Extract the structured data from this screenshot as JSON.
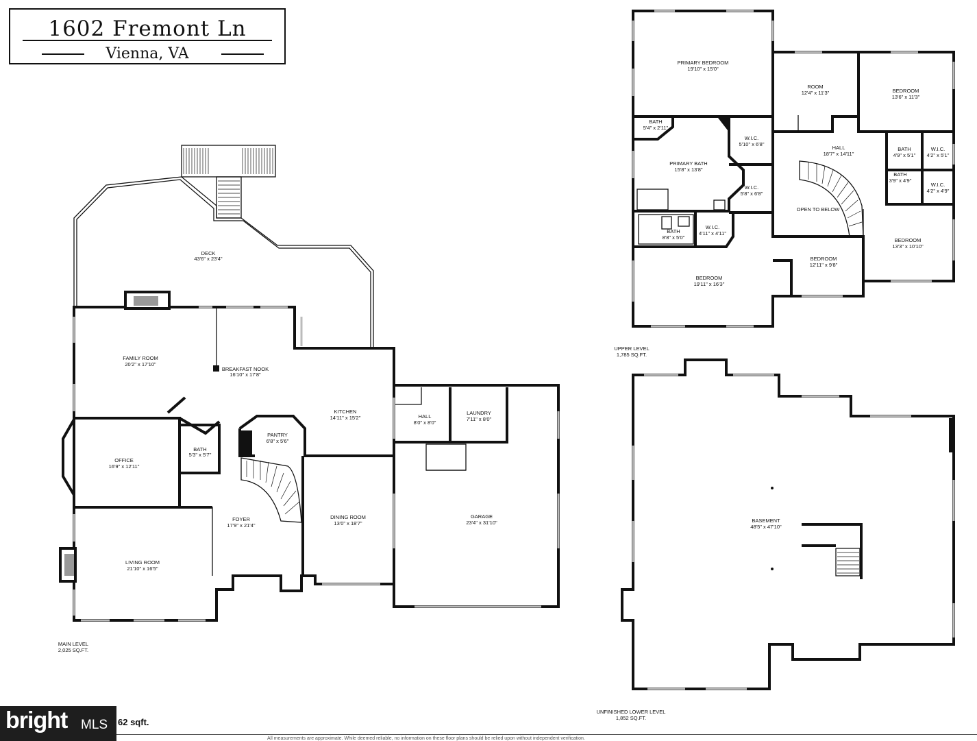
{
  "header": {
    "address": "1602 Fremont Ln",
    "city": "Vienna, VA"
  },
  "levels": {
    "main": {
      "name": "MAIN LEVEL",
      "area": "2,025 SQ.FT."
    },
    "upper": {
      "name": "UPPER LEVEL",
      "area": "1,785 SQ.FT."
    },
    "lower": {
      "name": "UNFINISHED LOWER LEVEL",
      "area": "1,852 SQ.FT."
    }
  },
  "main_rooms": {
    "deck": {
      "name": "DECK",
      "dim": "43'6\" x 23'4\""
    },
    "family_room": {
      "name": "FAMILY ROOM",
      "dim": "20'2\" x 17'10\""
    },
    "breakfast_nook": {
      "name": "BREAKFAST NOOK",
      "dim": "16'10\" x 17'8\""
    },
    "kitchen": {
      "name": "KITCHEN",
      "dim": "14'11\" x 15'2\""
    },
    "hall": {
      "name": "HALL",
      "dim": "8'0\" x 8'0\""
    },
    "laundry": {
      "name": "LAUNDRY",
      "dim": "7'11\" x 8'0\""
    },
    "pantry": {
      "name": "PANTRY",
      "dim": "6'8\" x 5'6\""
    },
    "office": {
      "name": "OFFICE",
      "dim": "16'9\" x 12'11\""
    },
    "bath": {
      "name": "BATH",
      "dim": "5'3\" x 5'7\""
    },
    "garage": {
      "name": "GARAGE",
      "dim": "23'4\" x 31'10\""
    },
    "foyer": {
      "name": "FOYER",
      "dim": "17'9\" x 21'4\""
    },
    "dining_room": {
      "name": "DINING ROOM",
      "dim": "13'0\" x 18'7\""
    },
    "living_room": {
      "name": "LIVING ROOM",
      "dim": "21'10\" x 16'5\""
    }
  },
  "upper_rooms": {
    "primary_bedroom": {
      "name": "PRIMARY BEDROOM",
      "dim": "19'10\" x 15'0\""
    },
    "room": {
      "name": "ROOM",
      "dim": "12'4\" x 11'3\""
    },
    "bedroom_ne": {
      "name": "BEDROOM",
      "dim": "13'6\" x 11'3\""
    },
    "bath_small": {
      "name": "BATH",
      "dim": "5'4\" x 2'11\""
    },
    "wic_1": {
      "name": "W.I.C.",
      "dim": "5'10\" x 6'8\""
    },
    "hall": {
      "name": "HALL",
      "dim": "18'7\" x 14'11\""
    },
    "bath_2": {
      "name": "BATH",
      "dim": "4'9\" x 5'1\""
    },
    "wic_2": {
      "name": "W.I.C.",
      "dim": "4'2\" x 5'1\""
    },
    "primary_bath": {
      "name": "PRIMARY BATH",
      "dim": "15'8\" x 13'8\""
    },
    "wic_3": {
      "name": "W.I.C.",
      "dim": "5'8\" x 6'8\""
    },
    "bath_3": {
      "name": "BATH",
      "dim": "3'9\" x 4'9\""
    },
    "wic_4": {
      "name": "W.I.C.",
      "dim": "4'2\" x 4'9\""
    },
    "open_below": {
      "name": "OPEN TO BELOW"
    },
    "bath_4": {
      "name": "BATH",
      "dim": "8'8\" x 5'0\""
    },
    "wic_5": {
      "name": "W.I.C.",
      "dim": "4'11\" x 4'11\""
    },
    "bedroom_se": {
      "name": "BEDROOM",
      "dim": "13'3\" x 10'10\""
    },
    "bedroom_mid": {
      "name": "BEDROOM",
      "dim": "12'11\" x 9'8\""
    },
    "bedroom_sw": {
      "name": "BEDROOM",
      "dim": "19'11\" x 16'3\""
    }
  },
  "lower_rooms": {
    "basement": {
      "name": "BASEMENT",
      "dim": "48'5\" x 47'10\""
    }
  },
  "footer": {
    "logo_text": "bright",
    "logo_suffix": "MLS",
    "total": "62 sqft.",
    "disclaimer": "All measurements are approximate. While deemed reliable, no information on these floor plans should be relied upon without independent verification."
  }
}
